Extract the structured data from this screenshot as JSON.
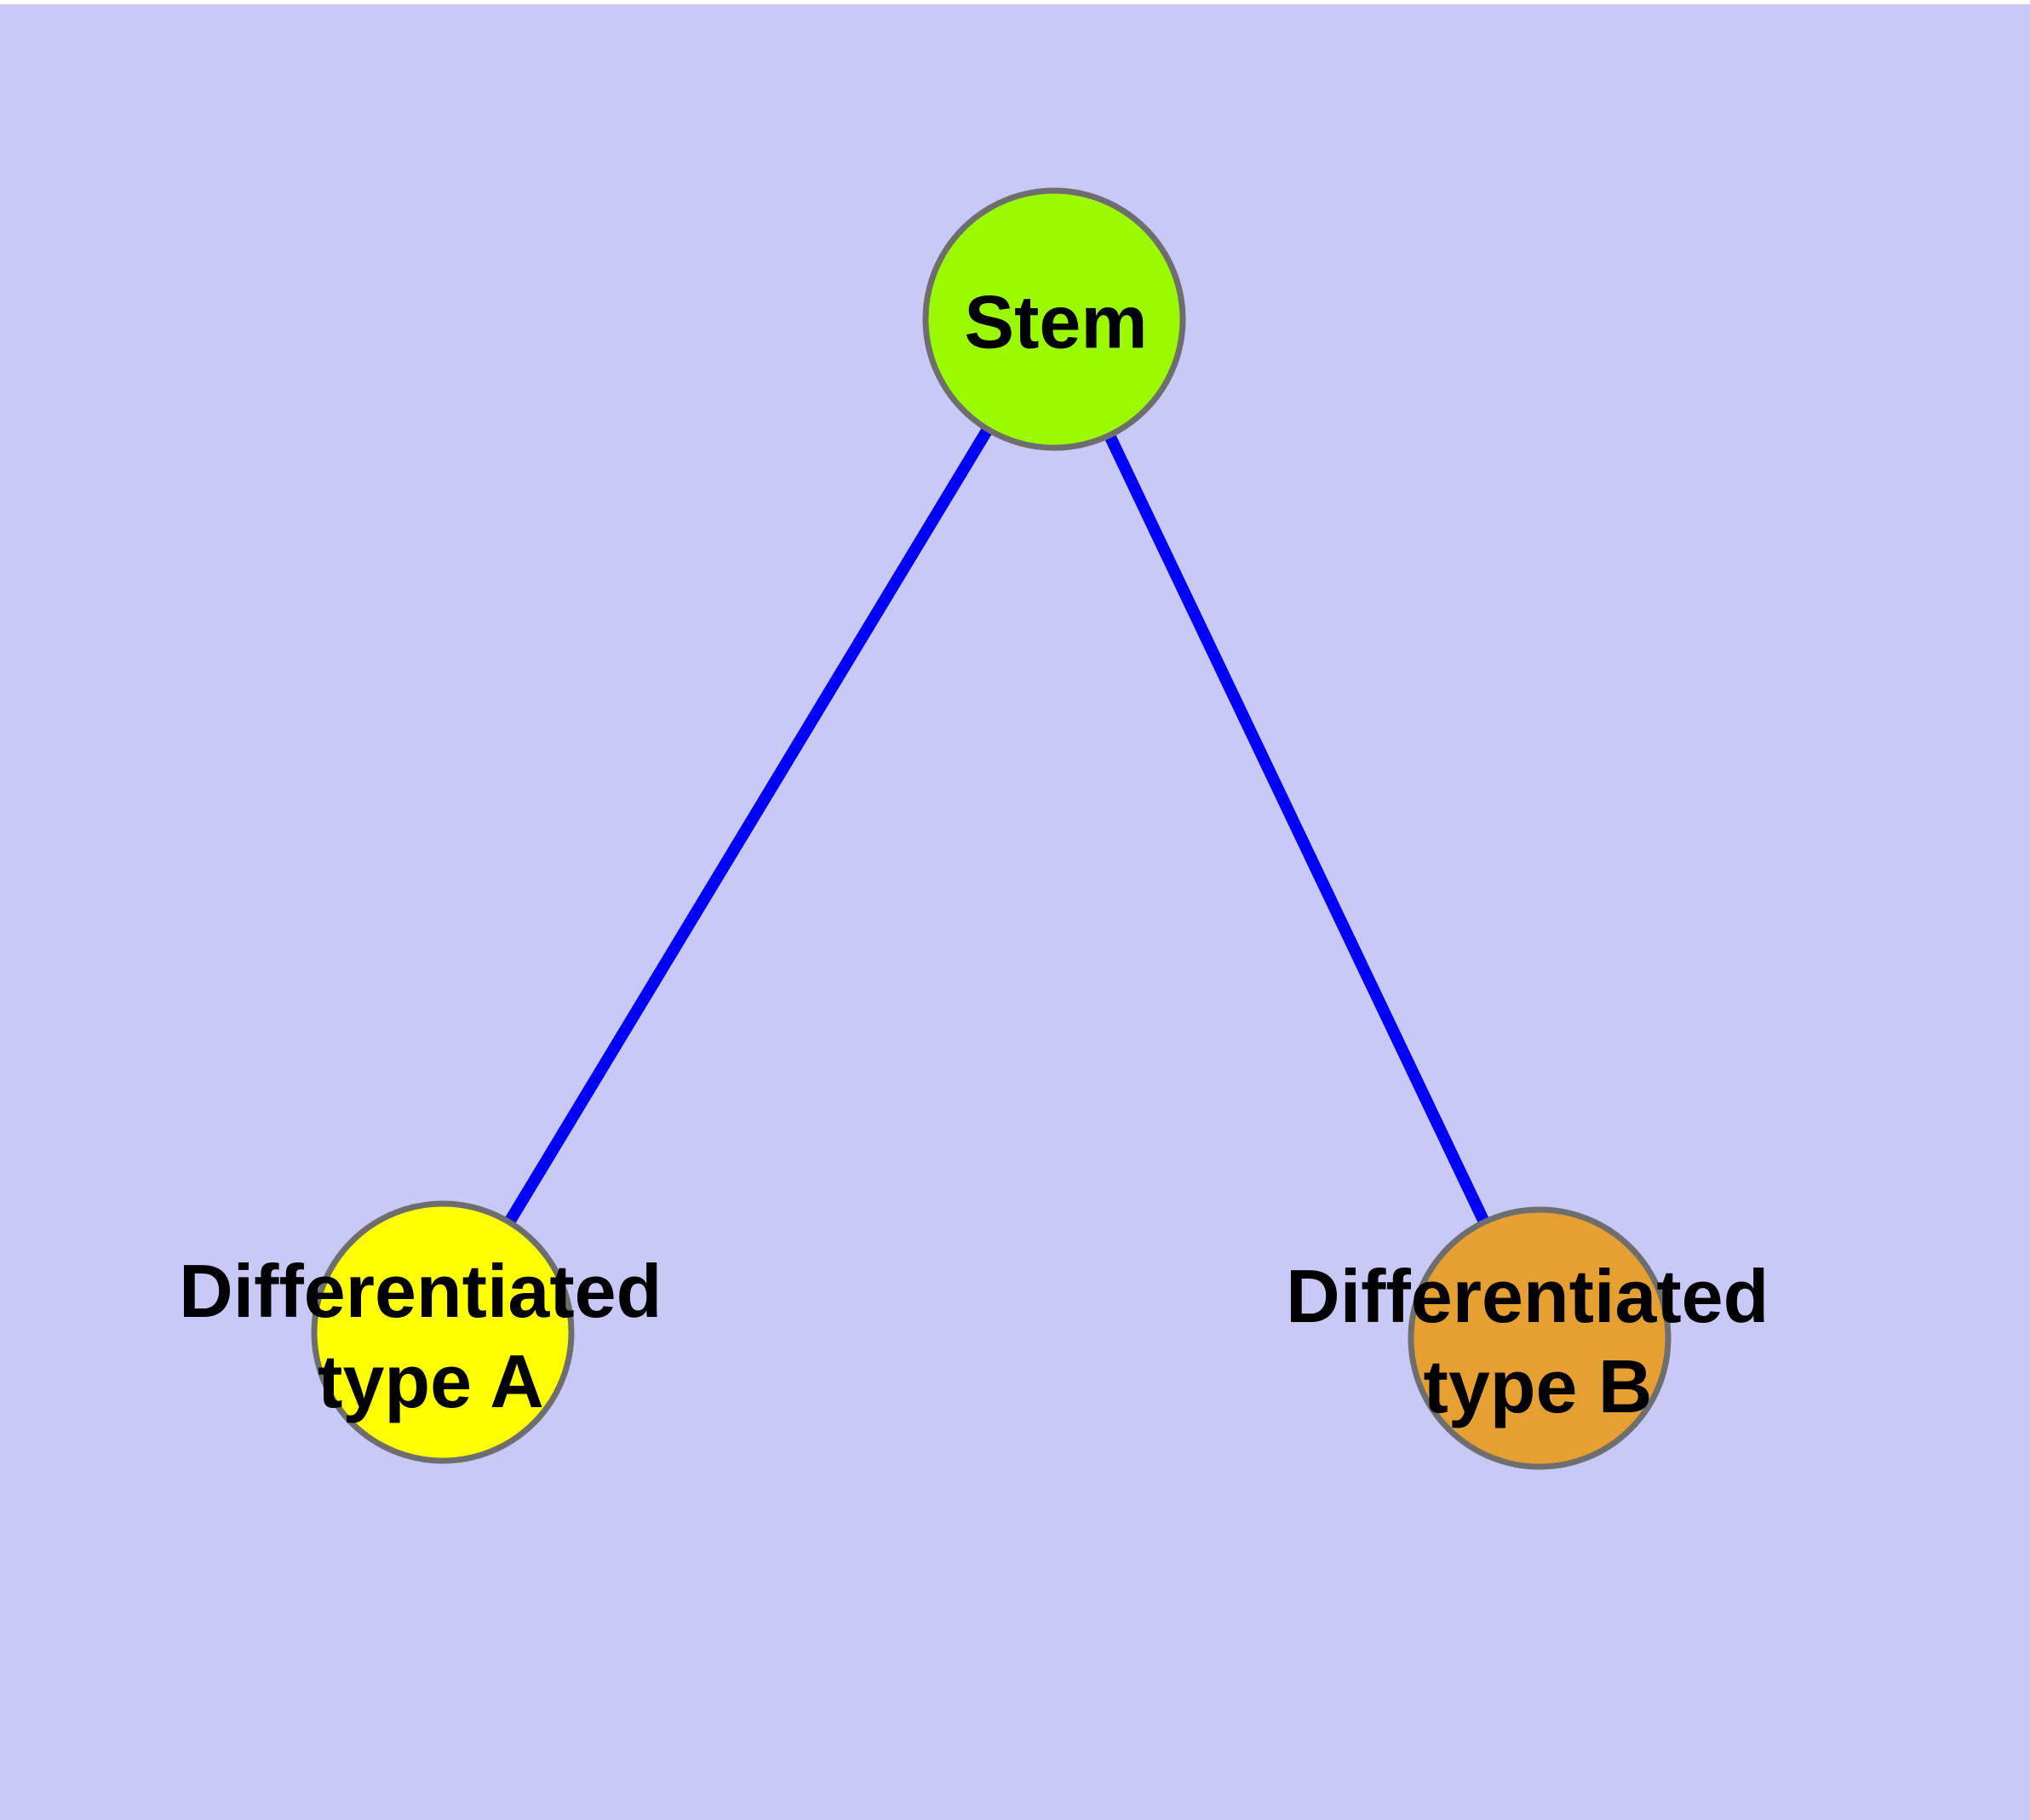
{
  "canvas": {
    "background_color": "#C9C9F7",
    "top_strip_color": "#FFFFFF"
  },
  "edges": {
    "color": "#0000FB",
    "items": [
      {
        "from": "Stem",
        "to": "Differentiated type A"
      },
      {
        "from": "Stem",
        "to": "Differentiated type B"
      }
    ]
  },
  "nodes": {
    "border_color": "#6E6E6E",
    "label_color": "#000000",
    "stem": {
      "label": "Stem",
      "fill_color": "#9BFA00"
    },
    "type_a": {
      "label_line1": "Differentiated",
      "label_line2": "type A",
      "fill_color": "#FFFF00"
    },
    "type_b": {
      "label_line1": "Differentiated",
      "label_line2": "type B",
      "fill_color": "#E6A032"
    }
  }
}
